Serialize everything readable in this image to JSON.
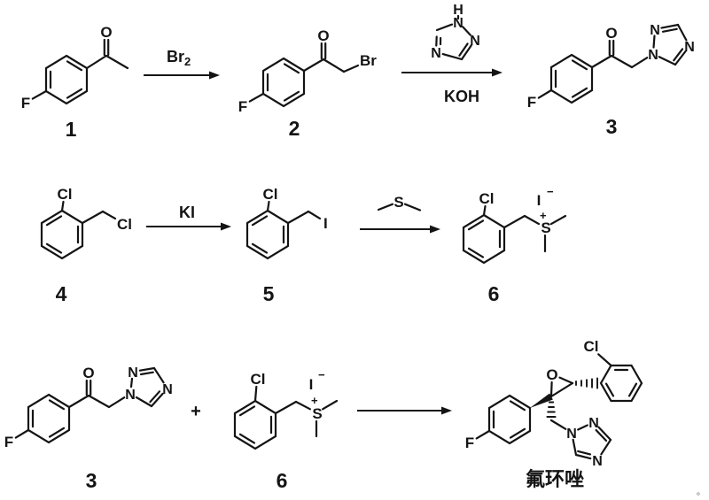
{
  "colors": {
    "ink": "#141414",
    "background": "#ffffff"
  },
  "row1": {
    "compound1": {
      "number": "1",
      "f_label": "F",
      "o_label": "O"
    },
    "arrow1": {
      "reagent_main": "Br",
      "reagent_sub": "2"
    },
    "compound2": {
      "number": "2",
      "f_label": "F",
      "o_label": "O",
      "br_label": "Br"
    },
    "arrow2": {
      "triazole": {
        "h_label": "H",
        "n1_label": "N",
        "n2_label": "N",
        "n4_label": "N"
      },
      "base_label": "KOH"
    },
    "compound3": {
      "number": "3",
      "f_label": "F",
      "o_label": "O",
      "n1_label": "N",
      "n2_label": "N",
      "n4_label": "N"
    }
  },
  "row2": {
    "compound4": {
      "number": "4",
      "ring_cl_label": "Cl",
      "chain_cl_label": "Cl"
    },
    "arrow1": {
      "reagent_label": "KI"
    },
    "compound5": {
      "number": "5",
      "ring_cl_label": "Cl",
      "i_label": "I"
    },
    "arrow2": {
      "s_label": "S"
    },
    "compound6": {
      "number": "6",
      "ring_cl_label": "Cl",
      "i_label": "I",
      "i_charge": "−",
      "s_label": "S",
      "s_charge": "+"
    }
  },
  "row3": {
    "compound3": {
      "number": "3",
      "f_label": "F",
      "o_label": "O",
      "n1_label": "N",
      "n2_label": "N",
      "n4_label": "N"
    },
    "plus_sign": "+",
    "compound6": {
      "number": "6",
      "ring_cl_label": "Cl",
      "i_label": "I",
      "i_charge": "−",
      "s_label": "S",
      "s_charge": "+"
    },
    "product": {
      "name": "氟环唑",
      "f_label": "F",
      "o_label": "O",
      "cl_label": "Cl",
      "n1_label": "N",
      "n2_label": "N",
      "n4_label": "N"
    }
  },
  "footnote": "。"
}
